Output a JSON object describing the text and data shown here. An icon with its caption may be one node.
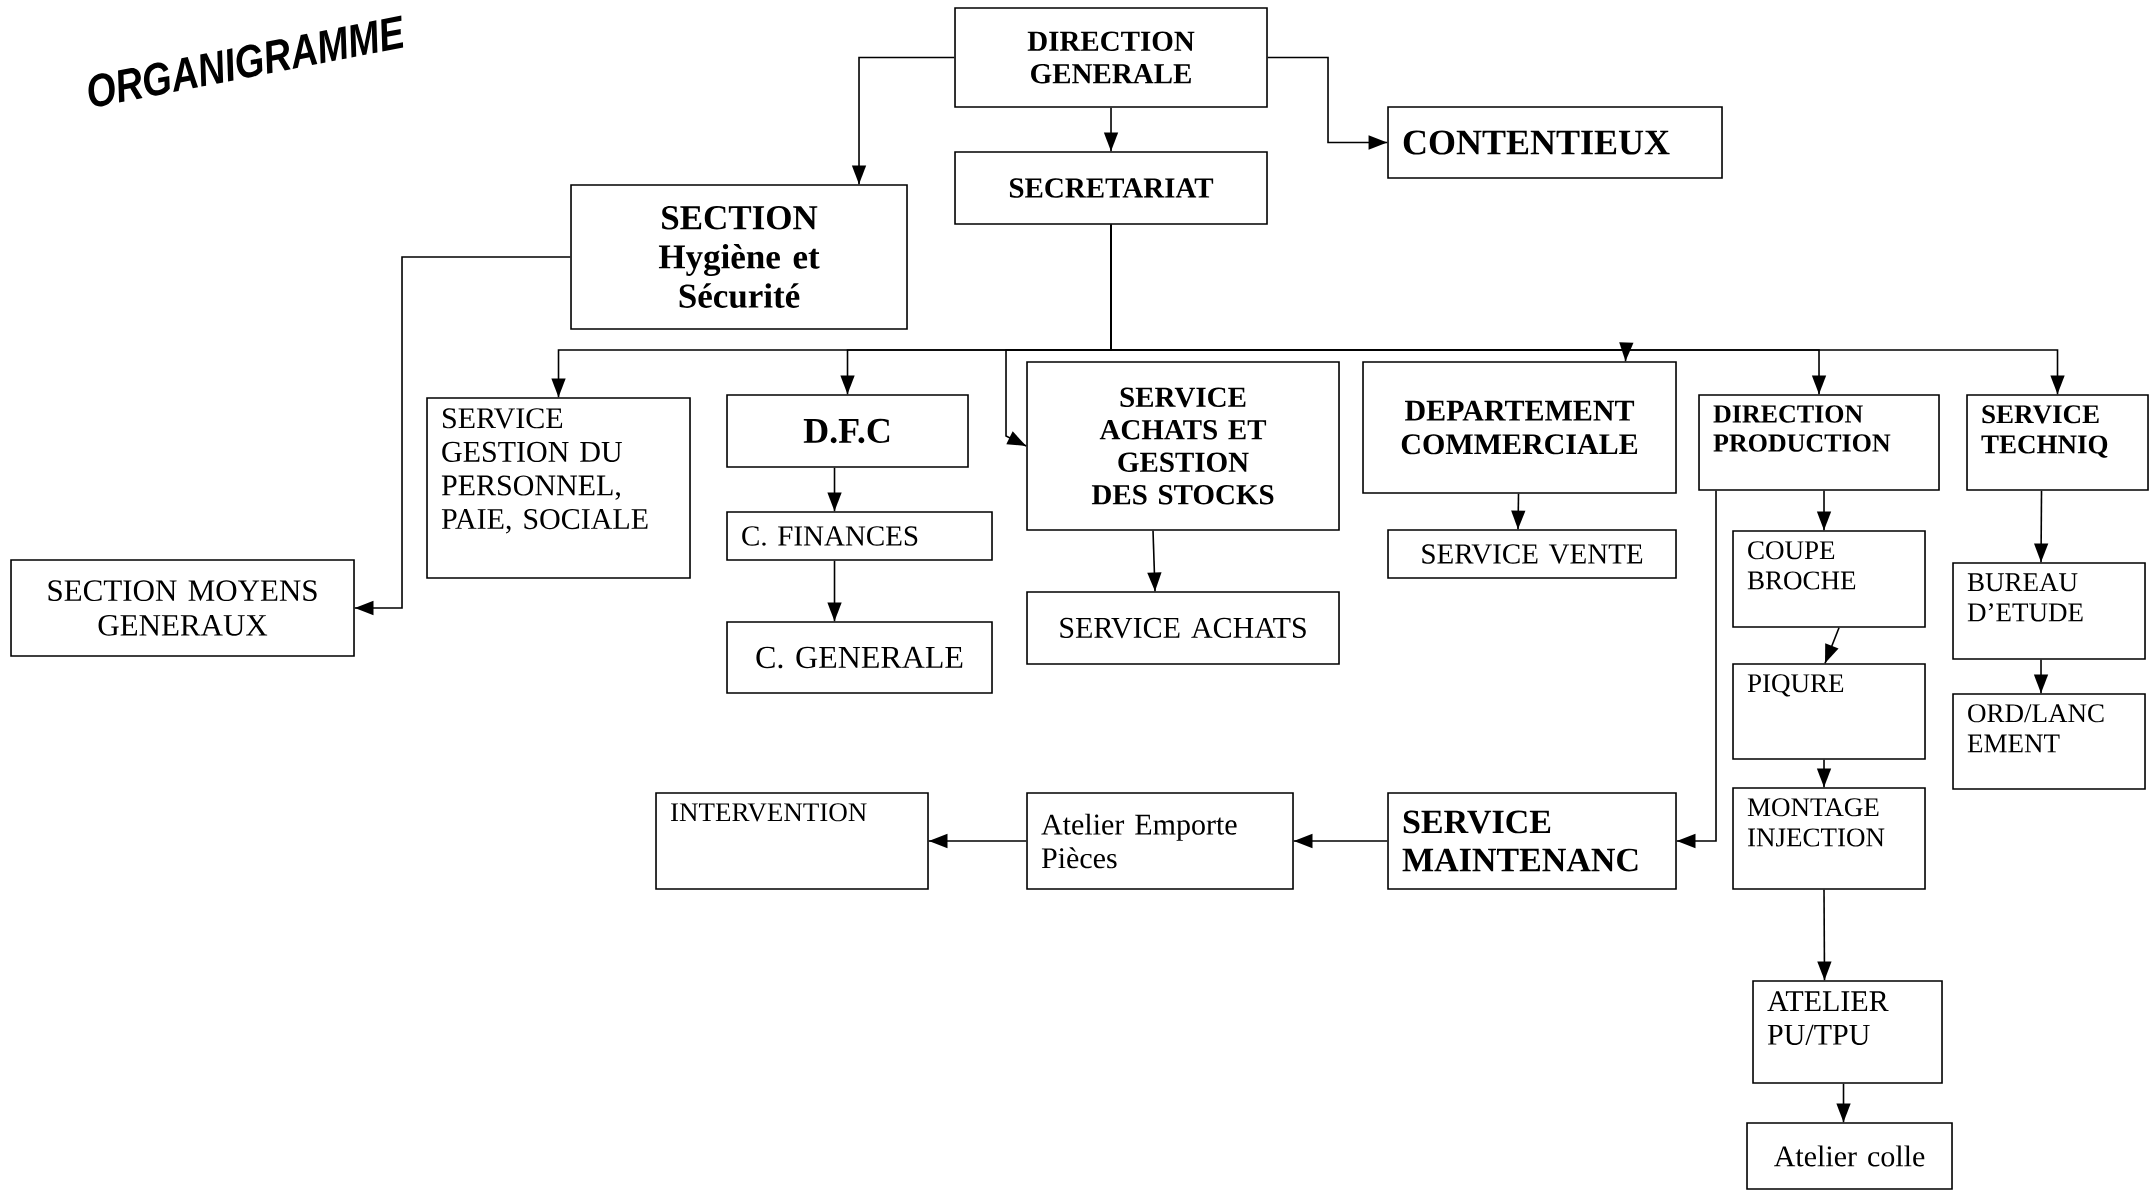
{
  "diagram": {
    "title": "ORGANIGRAMME",
    "nodes": [
      {
        "text": [
          "DIRECTION GENERALE"
        ]
      },
      {
        "text": [
          "SECRETARIAT"
        ]
      },
      {
        "text": [
          "CONTENTIEUX"
        ]
      },
      {
        "text": [
          "SECTION Hygiène et Sécurité"
        ]
      },
      {
        "text": [
          "SECTION MOYENS GENERAUX"
        ]
      },
      {
        "text": [
          "SERVICE GESTION DU PERSONNEL, PAIE, SOCIALE"
        ]
      },
      {
        "text": [
          "D.F.C"
        ]
      },
      {
        "text": [
          "C. FINANCES"
        ]
      },
      {
        "text": [
          "C. GENERALE"
        ]
      },
      {
        "text": [
          "SERVICE ACHATS ET GESTION DES STOCKS"
        ]
      },
      {
        "text": [
          "SERVICE ACHATS"
        ]
      },
      {
        "text": [
          "DEPARTEMENT COMMERCIALE"
        ]
      },
      {
        "text": [
          "SERVICE VENTE"
        ]
      },
      {
        "text": [
          "DIRECTION PRODUCTION"
        ]
      },
      {
        "text": [
          "SERVICE TECHNIQ"
        ]
      },
      {
        "text": [
          "COUPE BROCHE"
        ]
      },
      {
        "text": [
          "PIQURE"
        ]
      },
      {
        "text": [
          "MONTAGE INJECTION"
        ]
      },
      {
        "text": [
          "BUREAU D’ETUDE"
        ]
      },
      {
        "text": [
          "ORD/LANC EMENT"
        ]
      },
      {
        "text": [
          "SERVICE MAINTENANC"
        ]
      },
      {
        "text": [
          "Atelier Emporte Pièces"
        ]
      },
      {
        "text": [
          "INTERVENTION"
        ]
      },
      {
        "text": [
          "ATELIER PU/TPU"
        ]
      },
      {
        "text": [
          "Atelier colle"
        ]
      }
    ],
    "edges": [
      {
        "from": 0,
        "to": 1,
        "arrow": "to"
      },
      {
        "from": 0,
        "to": 2,
        "arrow": "to"
      },
      {
        "from": 0,
        "to": 3,
        "arrow": "to"
      },
      {
        "from": 3,
        "to": 4,
        "arrow": "to"
      },
      {
        "from": 1,
        "to": 5,
        "arrow": "to"
      },
      {
        "from": 1,
        "to": 6,
        "arrow": "to"
      },
      {
        "from": 1,
        "to": 9,
        "arrow": "to"
      },
      {
        "from": 1,
        "to": 11,
        "arrow": "to"
      },
      {
        "from": 1,
        "to": 13,
        "arrow": "to"
      },
      {
        "from": 1,
        "to": 14,
        "arrow": "to"
      },
      {
        "from": 6,
        "to": 7,
        "arrow": "to"
      },
      {
        "from": 7,
        "to": 8,
        "arrow": "to"
      },
      {
        "from": 9,
        "to": 10,
        "arrow": "to"
      },
      {
        "from": 11,
        "to": 12,
        "arrow": "to"
      },
      {
        "from": 13,
        "to": 15,
        "arrow": "to"
      },
      {
        "from": 15,
        "to": 16,
        "arrow": "to"
      },
      {
        "from": 16,
        "to": 17,
        "arrow": "to"
      },
      {
        "from": 17,
        "to": 23,
        "arrow": "to"
      },
      {
        "from": 23,
        "to": 24,
        "arrow": "to"
      },
      {
        "from": 14,
        "to": 18,
        "arrow": "to"
      },
      {
        "from": 18,
        "to": 19,
        "arrow": "to"
      },
      {
        "from": 13,
        "to": 20,
        "arrow": "to"
      },
      {
        "from": 20,
        "to": 21,
        "arrow": "to"
      },
      {
        "from": 21,
        "to": 22,
        "arrow": "to"
      }
    ]
  }
}
